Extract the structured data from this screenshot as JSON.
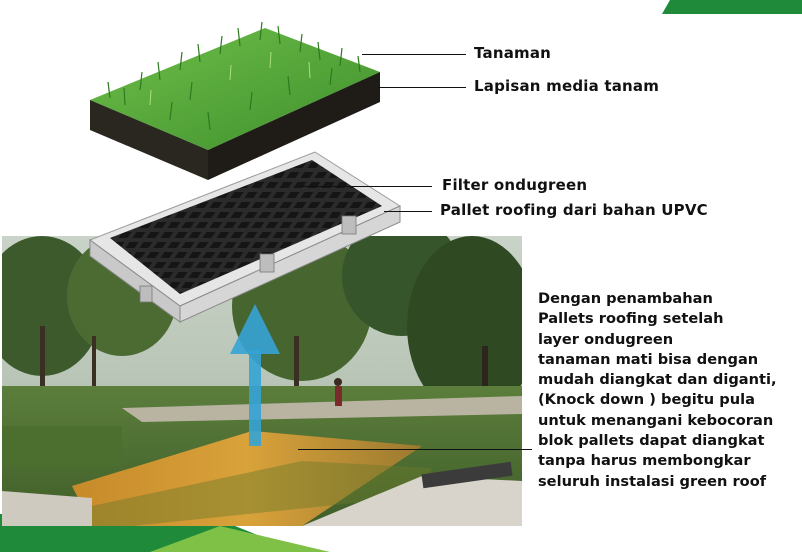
{
  "colors": {
    "accent_green": "#1e8a3a",
    "light_green": "#7fc146",
    "text": "#111111",
    "upvc_white": "#e6e6e6",
    "arrow_blue": "#35a3d6"
  },
  "labels": {
    "tanaman": "Tanaman",
    "lapisan": "Lapisan media tanam",
    "filter": "Filter ondugreen",
    "pallet": "Pallet roofing dari bahan UPVC"
  },
  "description": [
    "Dengan penambahan",
    "Pallets roofing setelah",
    "layer ondugreen",
    "tanaman mati bisa dengan",
    "mudah diangkat dan diganti,",
    "(Knock down ) begitu pula",
    "untuk menangani kebocoran",
    "blok pallets dapat diangkat",
    "tanpa harus membongkar",
    "seluruh instalasi green roof"
  ]
}
